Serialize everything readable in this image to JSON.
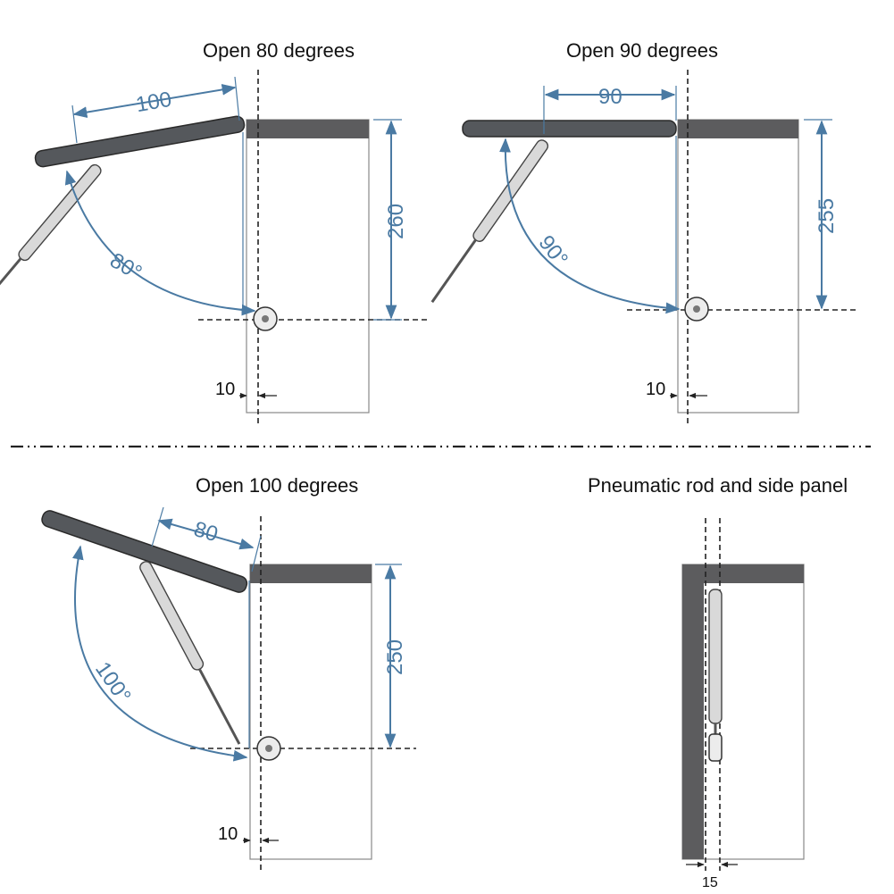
{
  "colors": {
    "dimension": "#4a7aa3",
    "cabinet_top": "#5c5c5e",
    "lid": "#55585c"
  },
  "panels": [
    {
      "title": "Open 80 degrees",
      "width_label": "100",
      "height_label": "260",
      "angle_label": "80°",
      "offset_label": "10"
    },
    {
      "title": "Open 90 degrees",
      "width_label": "90",
      "height_label": "255",
      "angle_label": "90°",
      "offset_label": "10"
    },
    {
      "title": "Open 100 degrees",
      "width_label": "80",
      "height_label": "250",
      "angle_label": "100°",
      "offset_label": "10"
    },
    {
      "title": "Pneumatic rod and side panel",
      "offset_label": "15"
    }
  ]
}
